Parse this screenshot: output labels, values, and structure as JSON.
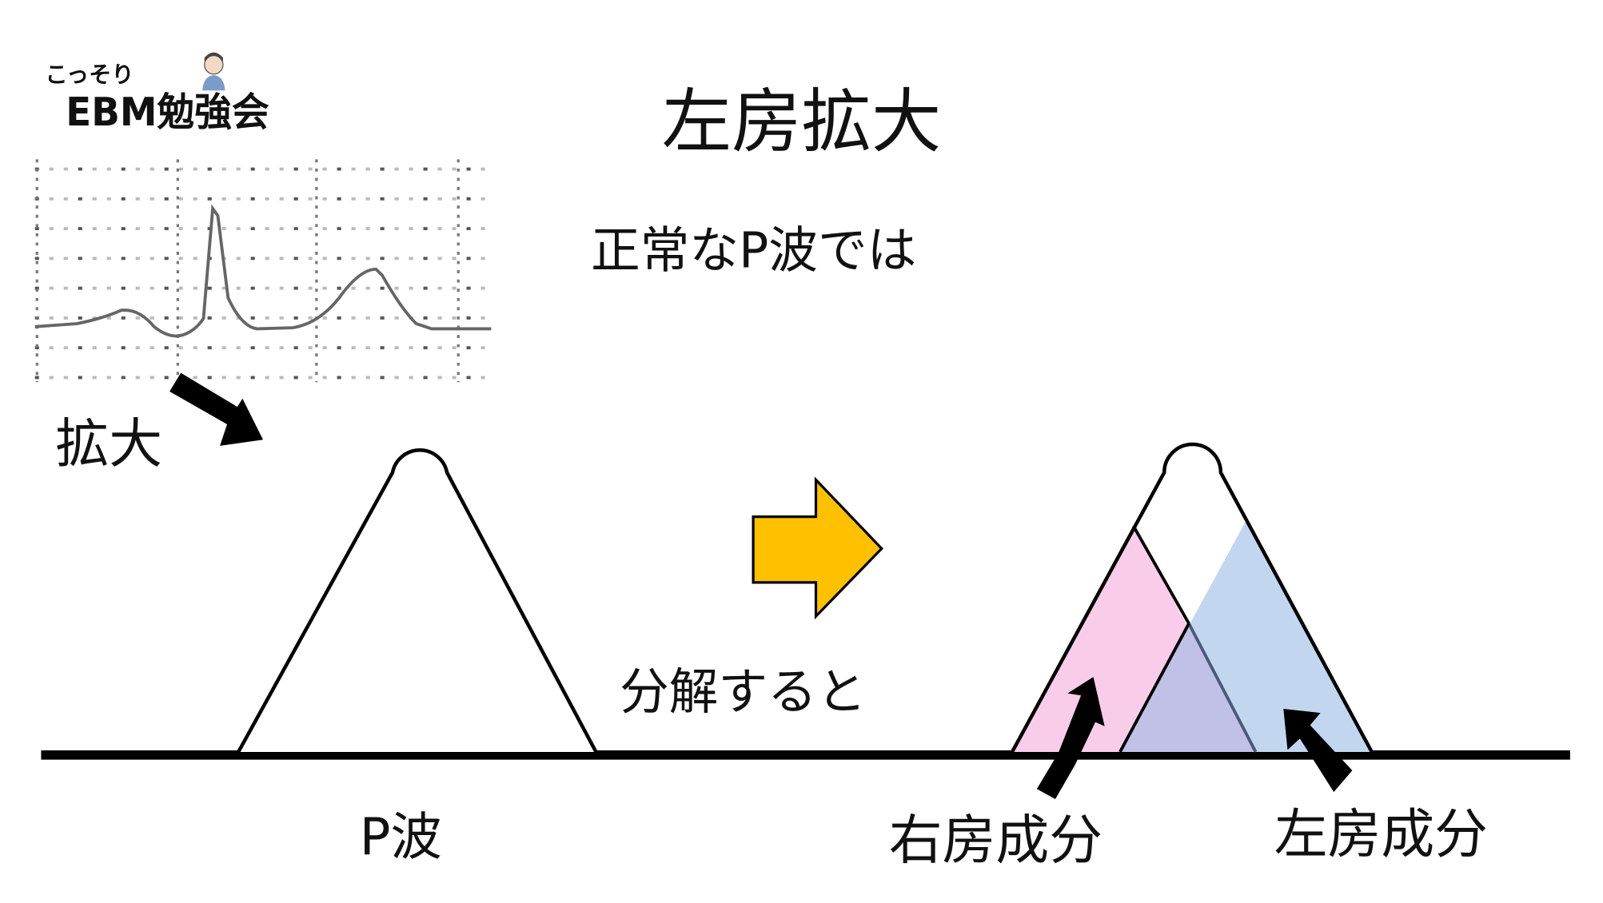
{
  "logo": {
    "line1": "こっそり",
    "line2": "EBM勉強会"
  },
  "title": "左房拡大",
  "subtitle": "正常なP波では",
  "zoom_label": "拡大",
  "decompose_label": "分解すると",
  "p_wave_label": "P波",
  "right_atrium_label": "右房成分",
  "left_atrium_label": "左房成分",
  "colors": {
    "right_atrium": "#f9cde9",
    "left_atrium": "#c2d6f0",
    "overlap": "#c1c0e6",
    "arrow_yellow": "#ffc000"
  }
}
